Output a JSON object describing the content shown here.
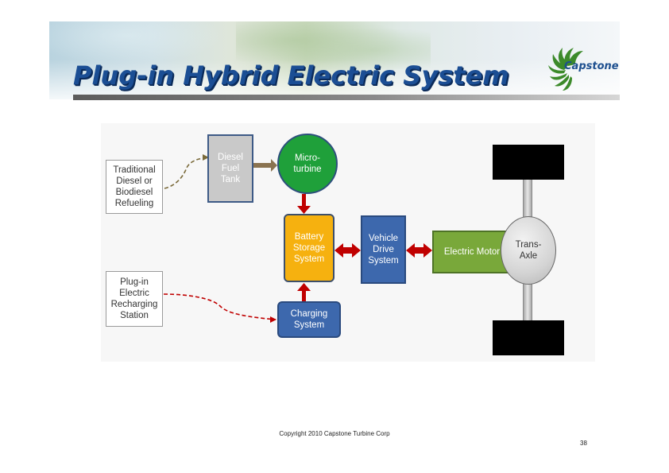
{
  "header": {
    "title": "Plug-in Hybrid Electric System",
    "logo_text": "Capstone"
  },
  "diagram": {
    "refueling": "Traditional\nDiesel or\nBiodiesel\nRefueling",
    "recharging": "Plug-in\nElectric\nRecharging\nStation",
    "tank": "Diesel\nFuel\nTank",
    "turbine": "Micro-\nturbine",
    "battery": "Battery\nStorage\nSystem",
    "charging": "Charging\nSystem",
    "vehicle_drive": "Vehicle\nDrive\nSystem",
    "motor": "Electric Motor",
    "axle": "Trans-\nAxle"
  },
  "footer": {
    "copyright": "Copyright 2010 Capstone Turbine Corp",
    "page": "38"
  },
  "colors": {
    "title": "#1b4e94",
    "arrow_red": "#c00000",
    "arrow_brown": "#8a7350",
    "turbine": "#1fa03a",
    "battery": "#f6b10f",
    "blue_box": "#3d68ad",
    "motor": "#79a83a"
  }
}
